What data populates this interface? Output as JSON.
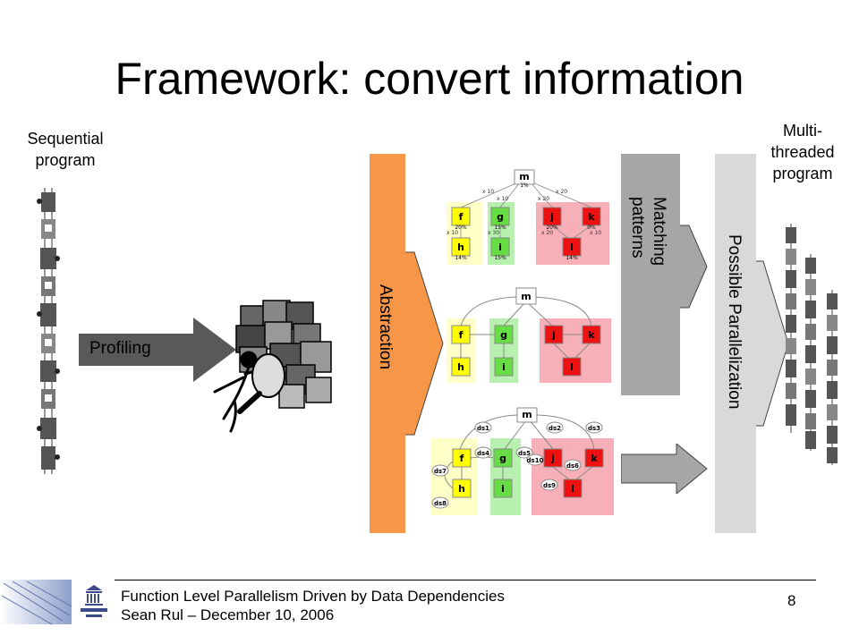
{
  "slide": {
    "title": "Framework: convert  information",
    "sequential_label_line1": "Sequential",
    "sequential_label_line2": "program",
    "multi_label_line1": "Multi-",
    "multi_label_line2": "threaded",
    "multi_label_line3": "program",
    "profiling_label": "Profiling",
    "abstraction_label": "Abstraction",
    "matching_label_line1": "Matching",
    "matching_label_line2": "patterns",
    "parallelization_label": "Possible Parallelization"
  },
  "graph1": {
    "nodes": {
      "m": "m",
      "f": "f",
      "g": "g",
      "j": "j",
      "k": "k",
      "h": "h",
      "i": "i",
      "l": "l"
    },
    "percentages": {
      "m": "1%",
      "f": "20%",
      "g": "15%",
      "j": "20%",
      "k": "0%",
      "h": "14%",
      "i": "15%",
      "l": "14%"
    },
    "edge_labels": {
      "mf": "x 10",
      "mg": "x 10",
      "mj": "x 20",
      "mk": "x 20",
      "fh": "x 10",
      "gi": "x 30",
      "jl": "x 20",
      "kl": "x 10"
    }
  },
  "graph2": {
    "nodes": {
      "m": "m",
      "f": "f",
      "g": "g",
      "j": "j",
      "k": "k",
      "h": "h",
      "i": "i",
      "l": "l"
    }
  },
  "graph3": {
    "nodes": {
      "m": "m",
      "f": "f",
      "g": "g",
      "j": "j",
      "k": "k",
      "h": "h",
      "i": "i",
      "l": "l"
    },
    "ds": {
      "ds1": "ds1",
      "ds2": "ds2",
      "ds3": "ds3",
      "ds4": "ds4",
      "ds5": "ds5",
      "ds6": "ds6",
      "ds7": "ds7",
      "ds8": "ds8",
      "ds9": "ds9",
      "ds10": "ds10"
    }
  },
  "footer": {
    "line1": "Function Level Parallelism Driven by Data Dependencies",
    "line2": "Sean Rul – December 10, 2006",
    "page_number": "8"
  },
  "colors": {
    "abstraction": "#f79646",
    "matching": "#a6a6a6",
    "parallelization": "#d9d9d9",
    "profiling_arrow": "#595959",
    "yellow_node": "#ffff00",
    "green_node": "#66dd44",
    "red_node": "#ee1111",
    "yellow_bg": "#ffffc8",
    "green_bg": "#b8f0b0",
    "red_bg": "#f8b0b8"
  }
}
